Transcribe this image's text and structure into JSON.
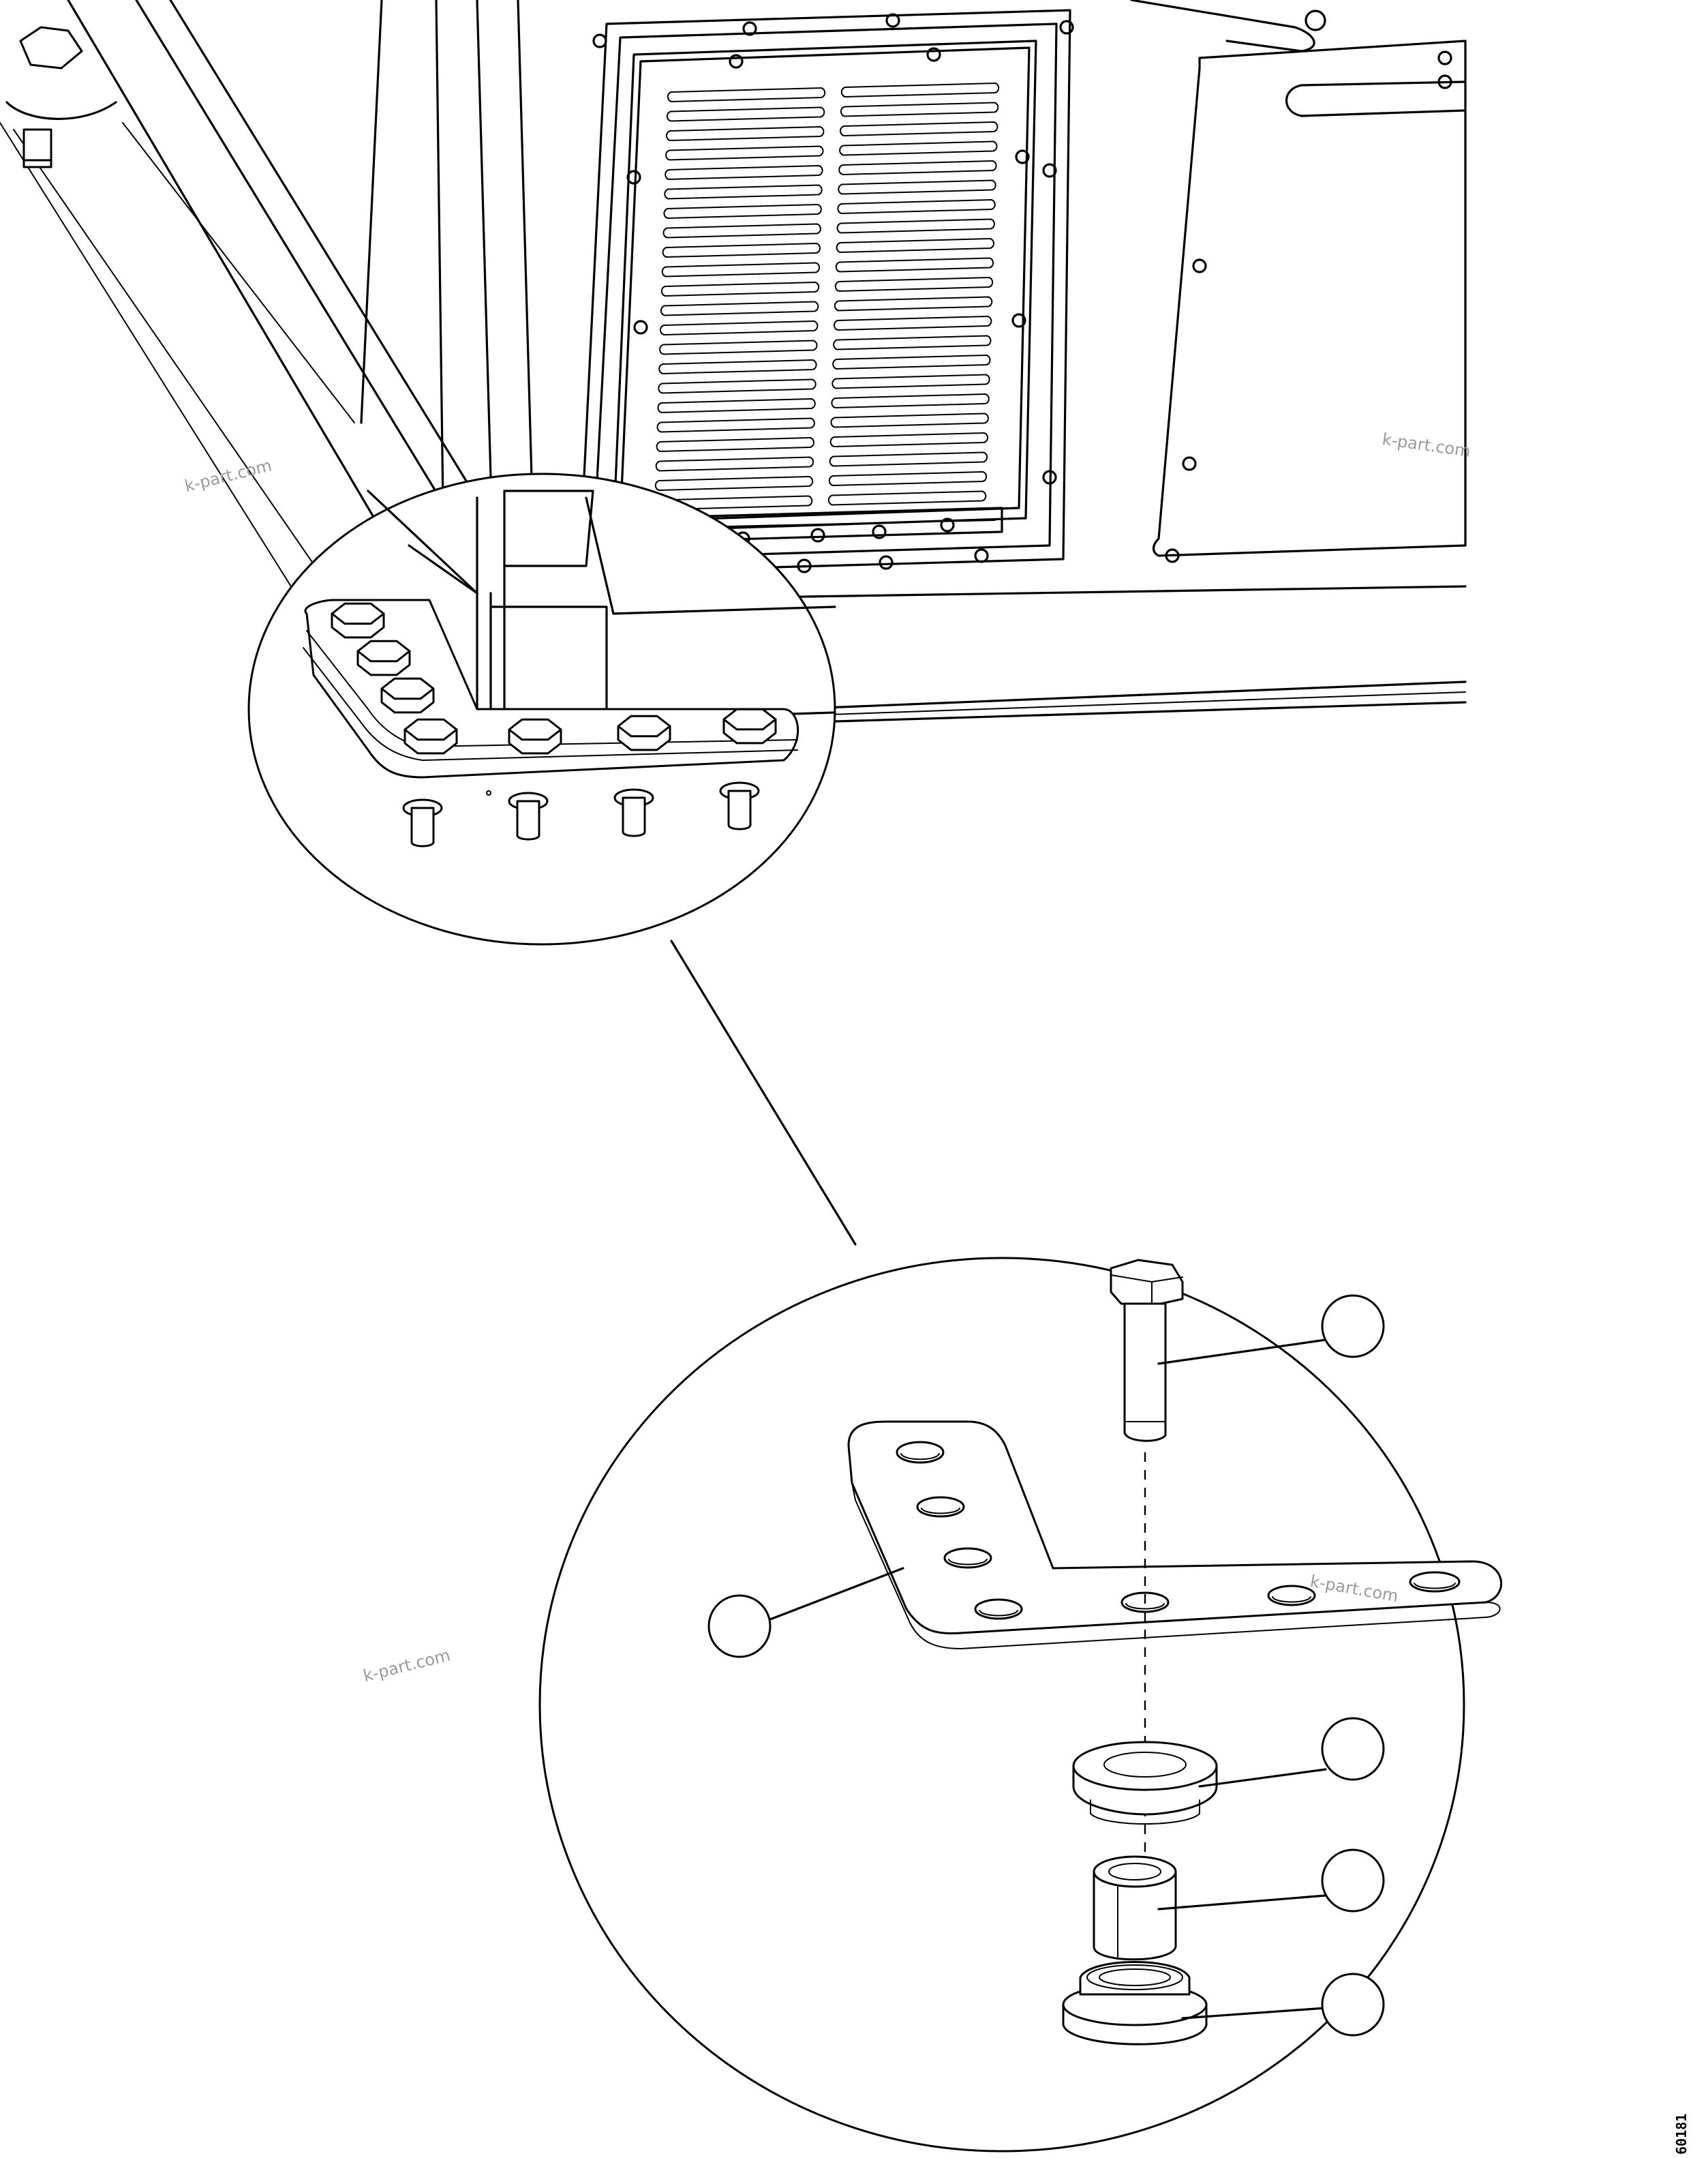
{
  "watermarks": [
    "k-part.com",
    "k-part.com",
    "k-part.com",
    "k-part.com"
  ],
  "figure_code": "60181",
  "callouts": [
    {
      "id": "callout-bolt",
      "label": ""
    },
    {
      "id": "callout-plate",
      "label": ""
    },
    {
      "id": "callout-upper-bushing",
      "label": ""
    },
    {
      "id": "callout-spacer",
      "label": ""
    },
    {
      "id": "callout-lower-bushing",
      "label": ""
    }
  ]
}
